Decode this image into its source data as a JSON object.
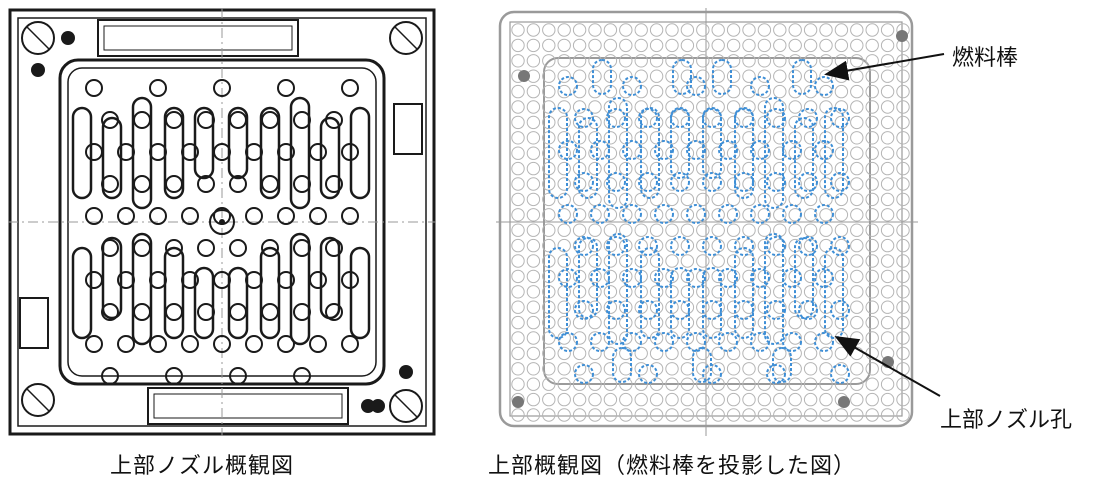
{
  "captions": {
    "left": "上部ノズル概観図",
    "right": "上部概観図（燃料棒を投影した図）"
  },
  "labels": {
    "fuel_rod": "燃料棒",
    "nozzle_hole": "上部ノズル孔"
  },
  "colors": {
    "drawing_line": "#1a1a1a",
    "grid_line": "#9a9a9a",
    "fuel_rod_blue": "#3f8fd6"
  }
}
